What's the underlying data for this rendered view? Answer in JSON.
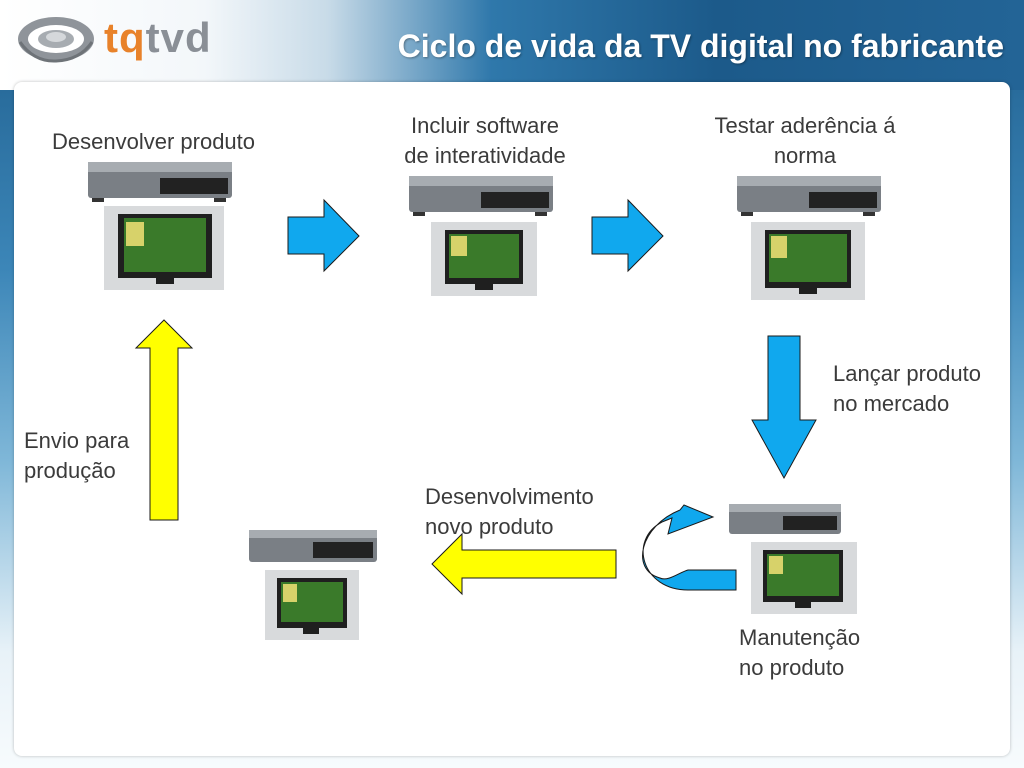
{
  "logo": {
    "part1": "tq",
    "part2": "tvd",
    "color1": "#e8822a",
    "color2": "#8a8f96"
  },
  "title": "Ciclo de vida da TV digital no fabricante",
  "steps": {
    "develop": "Desenvolver produto",
    "include_software_line1": "Incluir software",
    "include_software_line2": "de interatividade",
    "test_line1": "Testar aderência á",
    "test_line2": "norma",
    "launch_line1": "Lançar produto",
    "launch_line2": "no mercado",
    "maintenance_line1": "Manutenção",
    "maintenance_line2": "no produto",
    "new_product_line1": "Desenvolvimento",
    "new_product_line2": "novo produto",
    "send_line1": "Envio para",
    "send_line2": "produção"
  },
  "colors": {
    "blue_arrow": "#10a8ee",
    "yellow_arrow": "#ffff00",
    "arrow_stroke": "#1a1a1a"
  }
}
